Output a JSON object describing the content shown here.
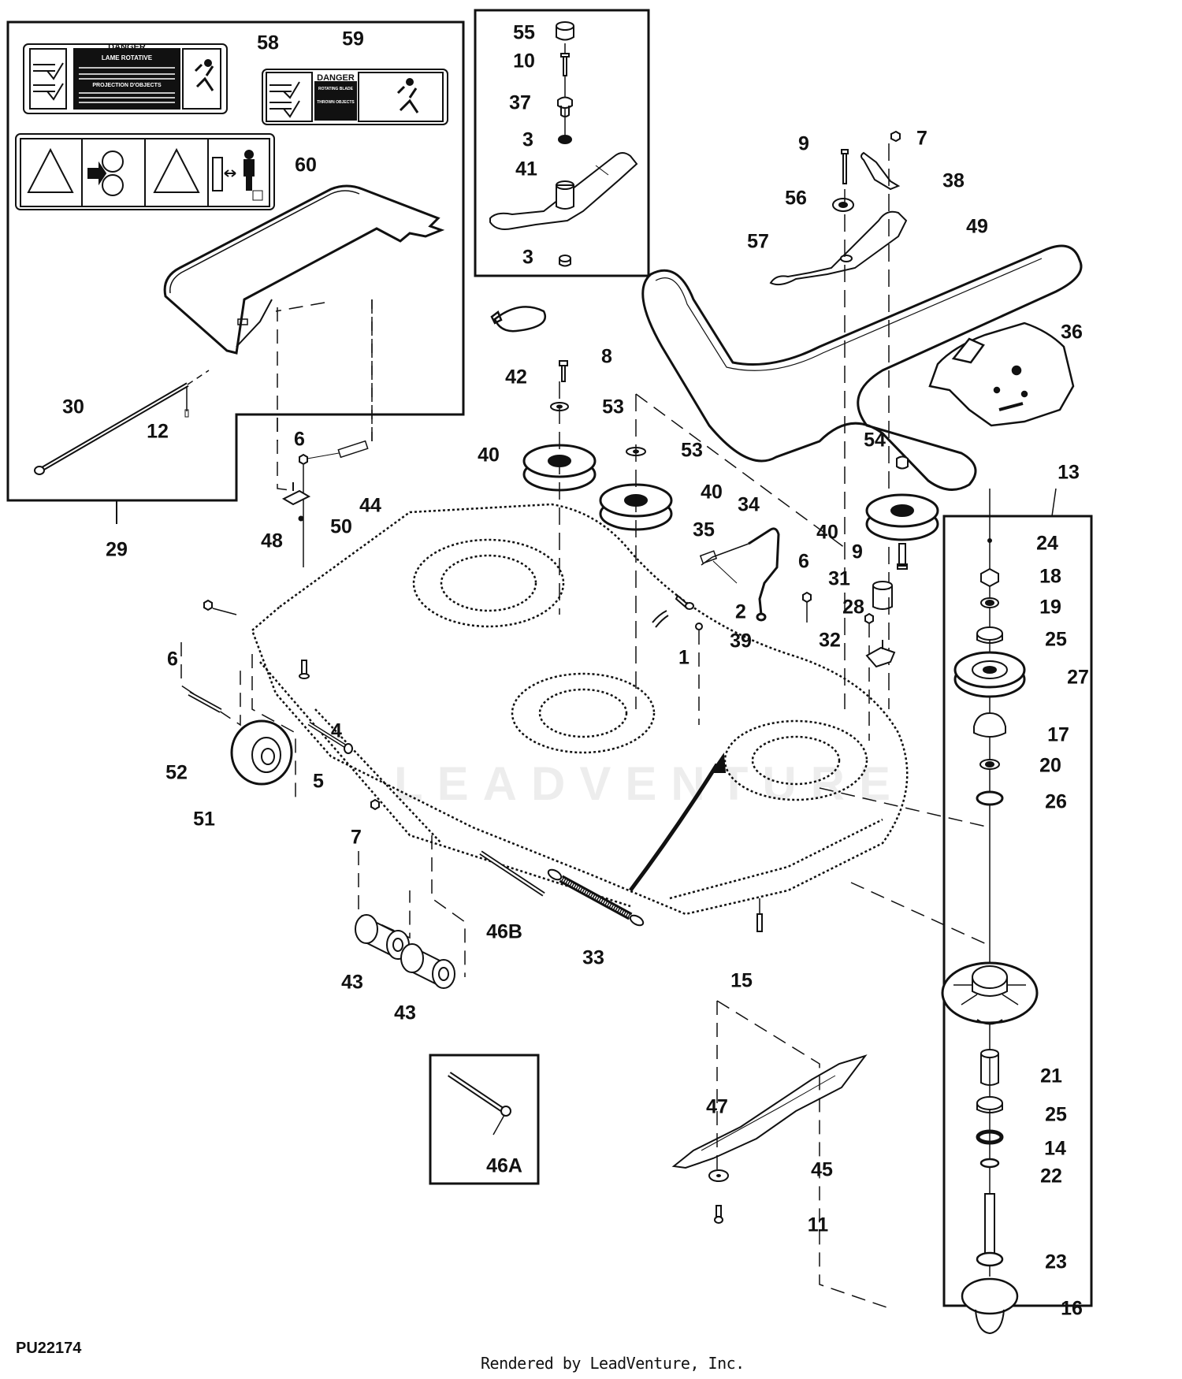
{
  "diagram": {
    "figure_id": "PU22174",
    "credit": "Rendered by LeadVenture, Inc.",
    "watermark": "LEADVENTURE",
    "decals": {
      "decal_58": {
        "header": "DANGER",
        "line1": "LAME ROTATIVE",
        "line2": "PROJECTION D'OBJECTS"
      },
      "decal_59": {
        "header": "DANGER",
        "line1": "ROTATING BLADE",
        "line2": "THROWN OBJECTS"
      }
    },
    "callouts": [
      {
        "id": "c58",
        "label": "58"
      },
      {
        "id": "c59",
        "label": "59"
      },
      {
        "id": "c60",
        "label": "60"
      },
      {
        "id": "c30",
        "label": "30"
      },
      {
        "id": "c12",
        "label": "12"
      },
      {
        "id": "c29",
        "label": "29"
      },
      {
        "id": "c55",
        "label": "55"
      },
      {
        "id": "c10",
        "label": "10"
      },
      {
        "id": "c37",
        "label": "37"
      },
      {
        "id": "c3a",
        "label": "3"
      },
      {
        "id": "c41",
        "label": "41"
      },
      {
        "id": "c3b",
        "label": "3"
      },
      {
        "id": "c9a",
        "label": "9"
      },
      {
        "id": "c7a",
        "label": "7"
      },
      {
        "id": "c38",
        "label": "38"
      },
      {
        "id": "c56",
        "label": "56"
      },
      {
        "id": "c57",
        "label": "57"
      },
      {
        "id": "c49",
        "label": "49"
      },
      {
        "id": "c36",
        "label": "36"
      },
      {
        "id": "c42",
        "label": "42"
      },
      {
        "id": "c8",
        "label": "8"
      },
      {
        "id": "c53a",
        "label": "53"
      },
      {
        "id": "c53b",
        "label": "53"
      },
      {
        "id": "c40a",
        "label": "40"
      },
      {
        "id": "c40b",
        "label": "40"
      },
      {
        "id": "c40c",
        "label": "40"
      },
      {
        "id": "c54",
        "label": "54"
      },
      {
        "id": "c9b",
        "label": "9"
      },
      {
        "id": "c34",
        "label": "34"
      },
      {
        "id": "c35",
        "label": "35"
      },
      {
        "id": "c6a",
        "label": "6"
      },
      {
        "id": "c6b",
        "label": "6"
      },
      {
        "id": "c6c",
        "label": "6"
      },
      {
        "id": "c44",
        "label": "44"
      },
      {
        "id": "c48",
        "label": "48"
      },
      {
        "id": "c50",
        "label": "50"
      },
      {
        "id": "c31",
        "label": "31"
      },
      {
        "id": "c28",
        "label": "28"
      },
      {
        "id": "c32",
        "label": "32"
      },
      {
        "id": "c2",
        "label": "2"
      },
      {
        "id": "c1",
        "label": "1"
      },
      {
        "id": "c39",
        "label": "39"
      },
      {
        "id": "c4",
        "label": "4"
      },
      {
        "id": "c5",
        "label": "5"
      },
      {
        "id": "c52",
        "label": "52"
      },
      {
        "id": "c51",
        "label": "51"
      },
      {
        "id": "c7b",
        "label": "7"
      },
      {
        "id": "c46b",
        "label": "46B"
      },
      {
        "id": "c33",
        "label": "33"
      },
      {
        "id": "c43a",
        "label": "43"
      },
      {
        "id": "c43b",
        "label": "43"
      },
      {
        "id": "c15",
        "label": "15"
      },
      {
        "id": "c46a",
        "label": "46A"
      },
      {
        "id": "c47",
        "label": "47"
      },
      {
        "id": "c45",
        "label": "45"
      },
      {
        "id": "c11",
        "label": "11"
      },
      {
        "id": "c13",
        "label": "13"
      },
      {
        "id": "c24",
        "label": "24"
      },
      {
        "id": "c18",
        "label": "18"
      },
      {
        "id": "c19",
        "label": "19"
      },
      {
        "id": "c25a",
        "label": "25"
      },
      {
        "id": "c27",
        "label": "27"
      },
      {
        "id": "c17",
        "label": "17"
      },
      {
        "id": "c20",
        "label": "20"
      },
      {
        "id": "c26",
        "label": "26"
      },
      {
        "id": "c21",
        "label": "21"
      },
      {
        "id": "c25b",
        "label": "25"
      },
      {
        "id": "c14",
        "label": "14"
      },
      {
        "id": "c22",
        "label": "22"
      },
      {
        "id": "c23",
        "label": "23"
      },
      {
        "id": "c16",
        "label": "16"
      }
    ]
  }
}
